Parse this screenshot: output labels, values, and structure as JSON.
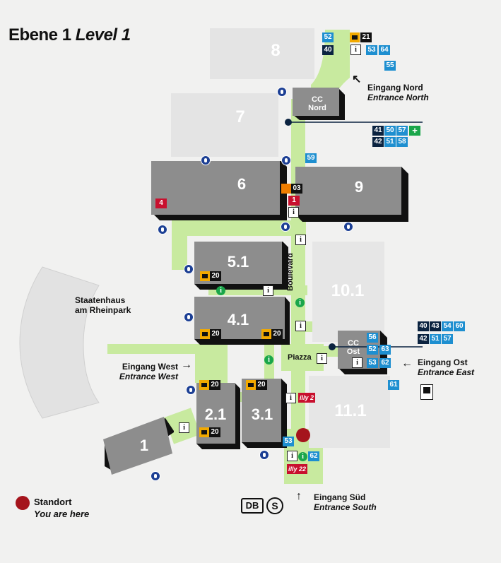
{
  "title": {
    "de": "Ebene 1",
    "en": "Level 1"
  },
  "halls": [
    {
      "id": "8",
      "label": "8"
    },
    {
      "id": "7",
      "label": "7"
    },
    {
      "id": "6",
      "label": "6"
    },
    {
      "id": "9",
      "label": "9"
    },
    {
      "id": "5.1",
      "label": "5.1"
    },
    {
      "id": "4.1",
      "label": "4.1"
    },
    {
      "id": "10.1",
      "label": "10.1"
    },
    {
      "id": "2.1",
      "label": "2.1"
    },
    {
      "id": "3.1",
      "label": "3.1"
    },
    {
      "id": "11.1",
      "label": "11.1"
    },
    {
      "id": "1",
      "label": "1"
    }
  ],
  "cc_nord": {
    "line1": "CC",
    "line2": "Nord"
  },
  "cc_ost": {
    "line1": "CC",
    "line2": "Ost"
  },
  "entrances": {
    "nord": {
      "de": "Eingang Nord",
      "en": "Entrance North"
    },
    "ost": {
      "de": "Eingang Ost",
      "en": "Entrance East"
    },
    "west": {
      "de": "Eingang West",
      "en": "Entrance West"
    },
    "sued": {
      "de": "Eingang Süd",
      "en": "Entrance South"
    }
  },
  "staatenhaus": {
    "line1": "Staatenhaus",
    "line2": "am Rheinpark"
  },
  "paths": {
    "boulevard": "Boulevard",
    "piazza": "Piazza"
  },
  "legend": {
    "de": "Standort",
    "en": "You are here"
  },
  "transit": {
    "db": "DB",
    "sbahn": "S"
  },
  "numbers": {
    "n52": "52",
    "n40": "40",
    "n21": "21",
    "n53a": "53",
    "n64": "64",
    "n55": "55",
    "n41": "41",
    "n50": "50",
    "n57": "57",
    "n42": "42",
    "n51": "51",
    "n58": "58",
    "n59": "59",
    "n03": "03",
    "n1": "1",
    "n4": "4",
    "n40b": "40",
    "n43": "43",
    "n54": "54",
    "n60": "60",
    "n42b": "42",
    "n51b": "51",
    "n57b": "57",
    "n56": "56",
    "n52b": "52",
    "n63": "63",
    "n53b": "53",
    "n62": "62",
    "n61": "61",
    "c20_51": "20",
    "c20_41a": "20",
    "c20_41b": "20",
    "c20_21": "20",
    "c20_31": "20",
    "c20_21b": "20",
    "illy2": "2",
    "illy22": "22",
    "n53c": "53",
    "n62b": "62"
  },
  "colors": {
    "accent_green": "#c8ea9f",
    "hall_dark": "#8a8a8a",
    "hall_light": "#d8d8d8",
    "you_are_here": "#a5141c"
  }
}
